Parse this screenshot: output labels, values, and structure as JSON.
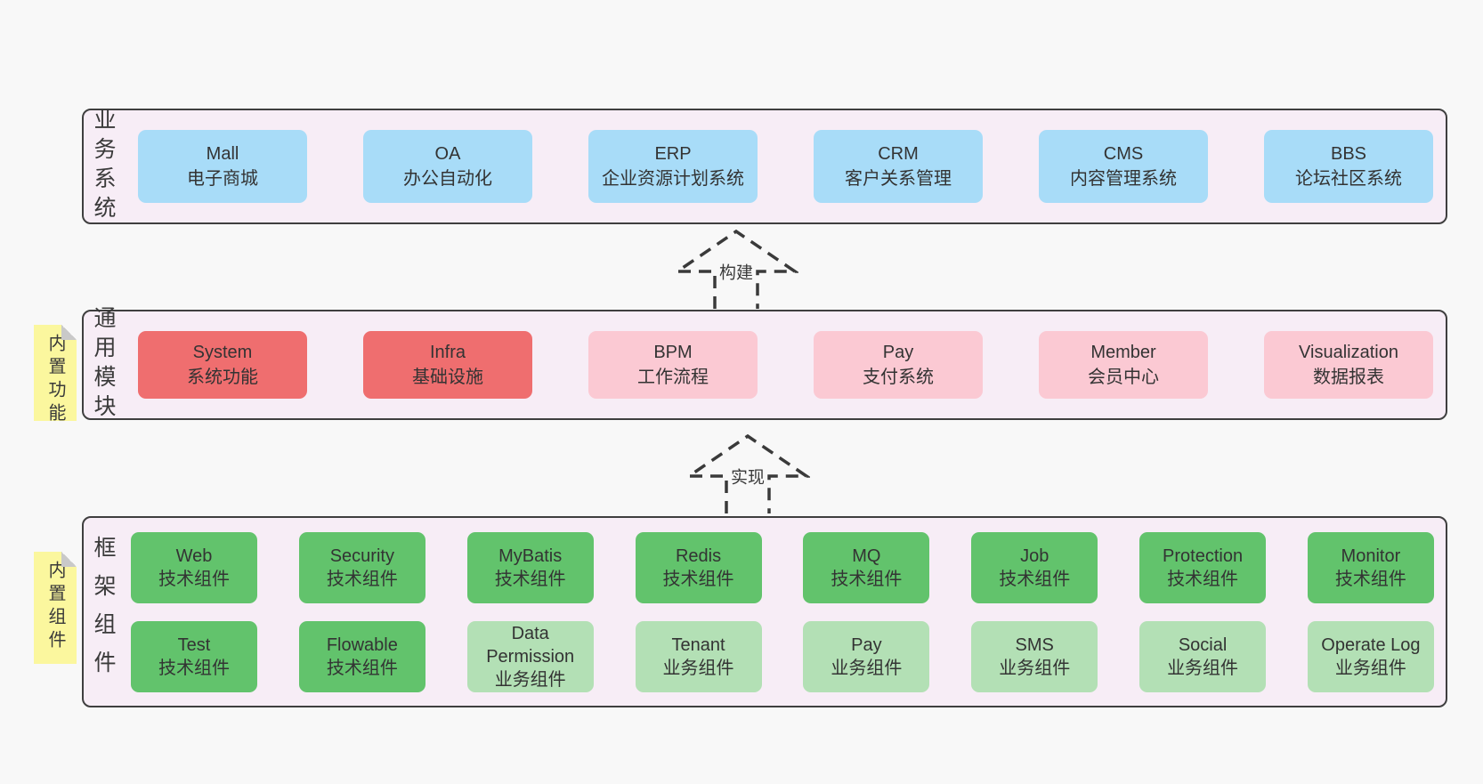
{
  "palette": {
    "page_bg": "#f8f8f8",
    "band_bg": "#f7edf6",
    "band_border": "#3f3f3f",
    "blue_box": "#a8dcf8",
    "red_box": "#ef6e6f",
    "pink_box": "#fbc9d3",
    "dark_green_box": "#62c36c",
    "light_green_box": "#b3e0b5",
    "sticky_note": "#fbf79e"
  },
  "arrows": [
    {
      "label": "构建"
    },
    {
      "label": "实现"
    }
  ],
  "layers": [
    {
      "label": "业务系统",
      "boxes": [
        {
          "title": "Mall",
          "subtitle": "电子商城"
        },
        {
          "title": "OA",
          "subtitle": "办公自动化"
        },
        {
          "title": "ERP",
          "subtitle": "企业资源计划系统"
        },
        {
          "title": "CRM",
          "subtitle": "客户关系管理"
        },
        {
          "title": "CMS",
          "subtitle": "内容管理系统"
        },
        {
          "title": "BBS",
          "subtitle": "论坛社区系统"
        }
      ]
    },
    {
      "label": "通用模块",
      "note": "内置功能",
      "boxes": [
        {
          "title": "System",
          "subtitle": "系统功能"
        },
        {
          "title": "Infra",
          "subtitle": "基础设施"
        },
        {
          "title": "BPM",
          "subtitle": "工作流程"
        },
        {
          "title": "Pay",
          "subtitle": "支付系统"
        },
        {
          "title": "Member",
          "subtitle": "会员中心"
        },
        {
          "title": "Visualization",
          "subtitle": "数据报表"
        }
      ]
    },
    {
      "label": "框架组件",
      "note": "内置组件",
      "rows": [
        [
          {
            "title": "Web",
            "subtitle": "技术组件"
          },
          {
            "title": "Security",
            "subtitle": "技术组件"
          },
          {
            "title": "MyBatis",
            "subtitle": "技术组件"
          },
          {
            "title": "Redis",
            "subtitle": "技术组件"
          },
          {
            "title": "MQ",
            "subtitle": "技术组件"
          },
          {
            "title": "Job",
            "subtitle": "技术组件"
          },
          {
            "title": "Protection",
            "subtitle": "技术组件"
          },
          {
            "title": "Monitor",
            "subtitle": "技术组件"
          }
        ],
        [
          {
            "title": "Test",
            "subtitle": "技术组件"
          },
          {
            "title": "Flowable",
            "subtitle": "技术组件"
          },
          {
            "title": "Data Permission",
            "subtitle": "业务组件"
          },
          {
            "title": "Tenant",
            "subtitle": "业务组件"
          },
          {
            "title": "Pay",
            "subtitle": "业务组件"
          },
          {
            "title": "SMS",
            "subtitle": "业务组件"
          },
          {
            "title": "Social",
            "subtitle": "业务组件"
          },
          {
            "title": "Operate Log",
            "subtitle": "业务组件"
          }
        ]
      ]
    }
  ]
}
